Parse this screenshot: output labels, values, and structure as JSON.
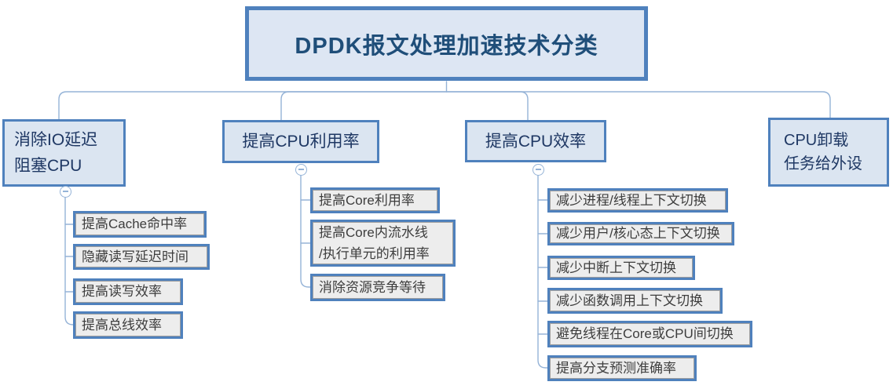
{
  "diagram": {
    "title": "DPDK报文处理加速技术分类",
    "branches": [
      {
        "label": "消除IO延迟\n阻塞CPU",
        "children": [
          "提高Cache命中率",
          "隐藏读写延迟时间",
          "提高读写效率",
          "提高总线效率"
        ]
      },
      {
        "label": "提高CPU利用率",
        "children": [
          "提高Core利用率",
          "提高Core内流水线\n/执行单元的利用率",
          "消除资源竞争等待"
        ]
      },
      {
        "label": "提高CPU效率",
        "children": [
          "减少进程/线程上下文切换",
          "减少用户/核心态上下文切换",
          "减少中断上下文切换",
          "减少函数调用上下文切换",
          "避免线程在Core或CPU间切换",
          "提高分支预测准确率"
        ]
      },
      {
        "label": "CPU卸载\n任务给外设",
        "children": []
      }
    ],
    "colors": {
      "node_border": "#4f81bd",
      "branch_fill": "#dbe5f1",
      "child_fill": "#ededed",
      "connector_line": "#95b3d7",
      "title_text": "#1f4e79",
      "branch_text": "#1f3864",
      "child_text": "#3d3d3d"
    }
  }
}
